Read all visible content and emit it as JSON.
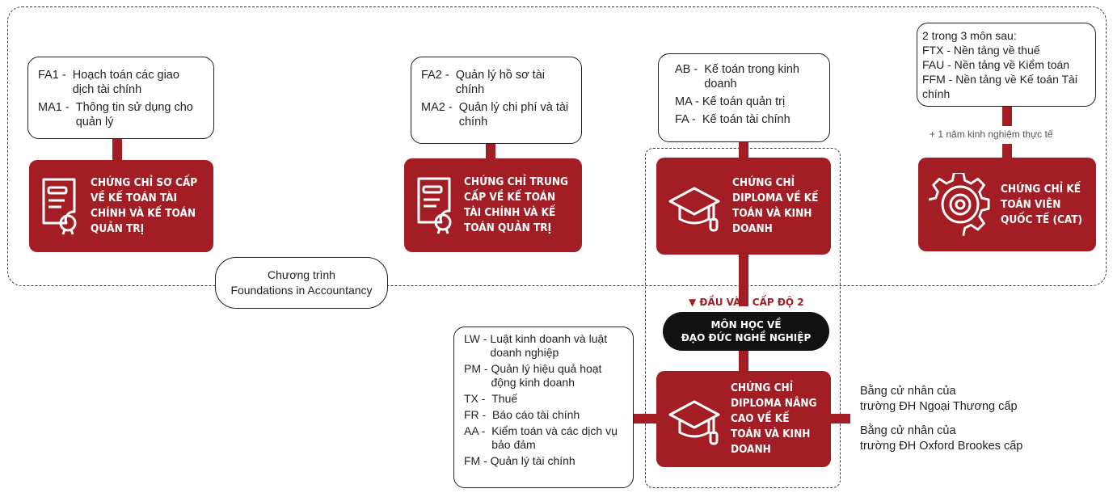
{
  "fia_label": "Chương trình\nFoundations in Accountancy",
  "fa_modules": [
    {
      "code": "FA1 -  ",
      "desc": "Hoạch toán các giao dịch tài chính"
    },
    {
      "code": "MA1 -  ",
      "desc": "Thông tin sử dụng cho quản lý"
    }
  ],
  "fa_cert": "Chứng chỉ sơ cấp về kế toán tài chính và kế toán quản trị",
  "fa2_modules": [
    {
      "code": "FA2 -  ",
      "desc": "Quản lý hồ sơ tài chính"
    },
    {
      "code": "MA2 -  ",
      "desc": "Quản lý chi phí và tài chính"
    }
  ],
  "fa2_cert": "Chứng chỉ trung cấp về kế toán tài chính và kế toán quản trị",
  "diploma_modules": [
    {
      "code": "AB -  ",
      "desc": "Kế toán trong kinh doanh"
    },
    {
      "code": "MA - ",
      "desc": "Kế toán quản trị"
    },
    {
      "code": "FA -  ",
      "desc": "Kế toán tài chính"
    }
  ],
  "diploma_cert": "Chứng chỉ Diploma về kế toán và kinh doanh",
  "level2_label": "▼ ĐẦU VÀO CẤP ĐỘ 2",
  "ethics_label": "MÔN HỌC VỀ\nĐẠO ĐỨC NGHỀ NGHIỆP",
  "adv_modules": [
    {
      "code": "LW - ",
      "desc": "Luật kinh doanh và luật doanh nghiệp"
    },
    {
      "code": "PM - ",
      "desc": "Quản lý hiệu quả hoạt động kinh doanh"
    },
    {
      "code": "TX -  ",
      "desc": "Thuế"
    },
    {
      "code": "FR -  ",
      "desc": "Báo cáo tài chính"
    },
    {
      "code": "AA -  ",
      "desc": "Kiểm toán và các dịch vụ bảo đảm"
    },
    {
      "code": "FM - ",
      "desc": "Quản lý tài chính"
    }
  ],
  "adv_cert": "Chứng chỉ Diploma nâng cao về kế toán và kinh doanh",
  "degree_ftu": "Bằng cử nhân của\ntrường ĐH Ngoại Thương cấp",
  "degree_oxford": "Bằng cử nhân của\ntrường ĐH Oxford Brookes cấp",
  "cat_modules": {
    "header": "2 trong 3 môn sau:",
    "items": [
      "FTX - Nền tảng về thuế",
      "FAU - Nền tảng về Kiểm toán",
      "FFM - Nền tảng về Kế toán Tài chính"
    ]
  },
  "cat_experience": "+ 1  năm kinh nghiệm thực tế",
  "cat_cert": "Chứng chỉ kế toán viên quốc tế (CAT)",
  "brand_red": "#a31d24"
}
